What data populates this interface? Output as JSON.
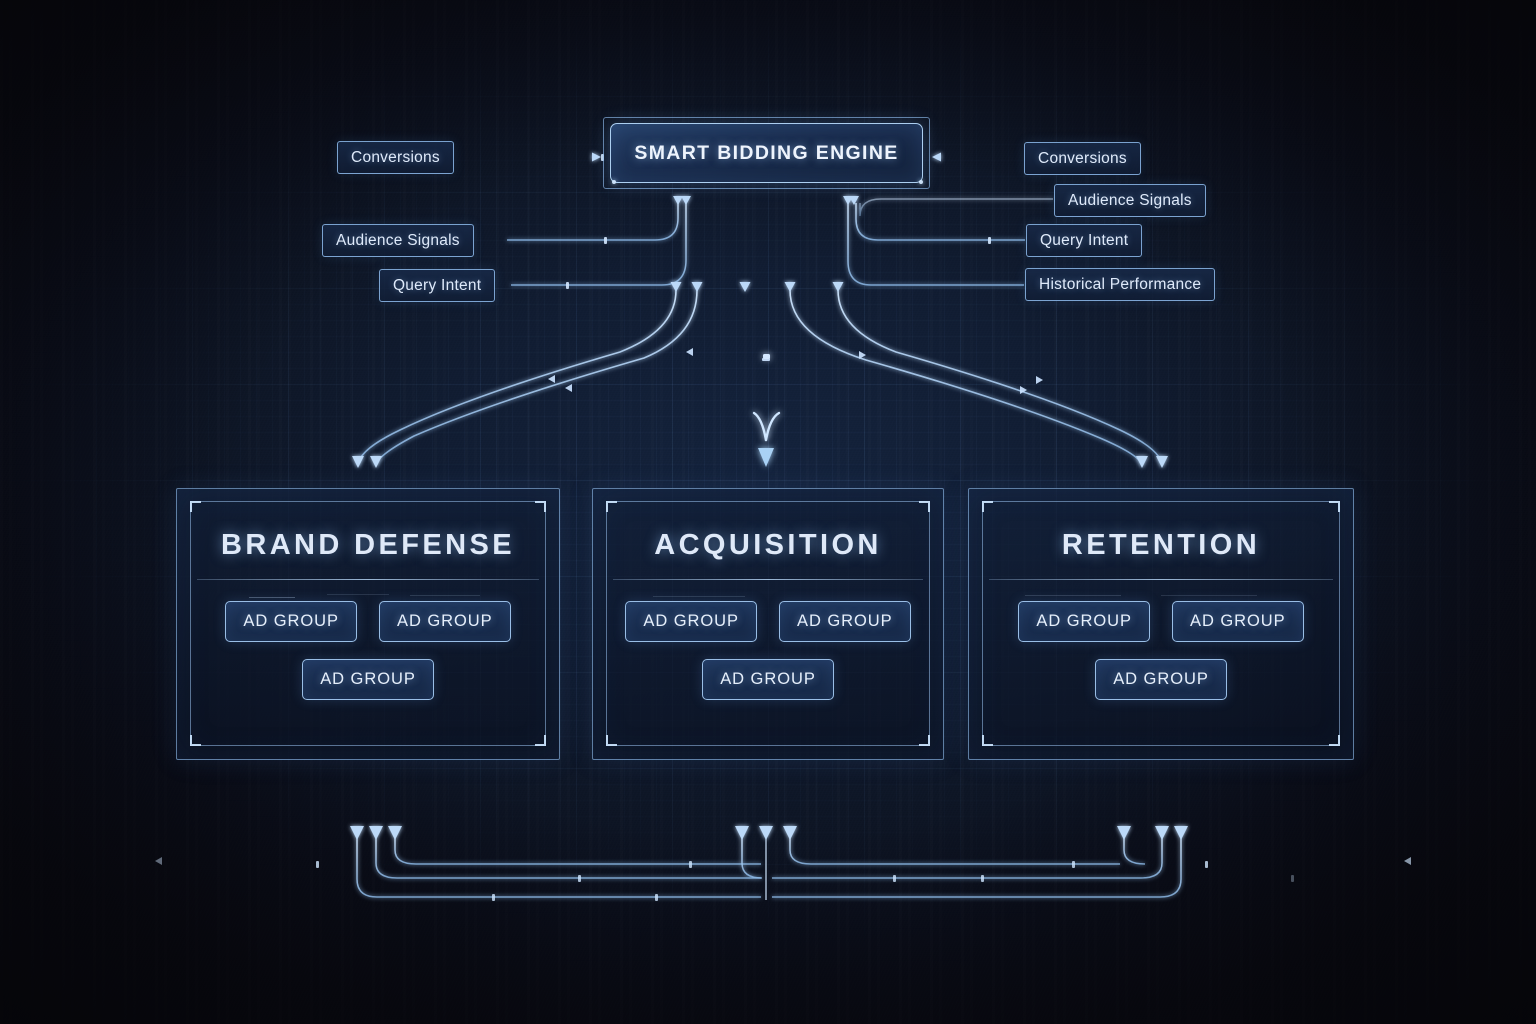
{
  "diagram": {
    "title": "SMART BIDDING ENGINE",
    "style": "blueprint",
    "accent_color": "#bddcff",
    "line_color": "#9cc8f5",
    "text_color": "#dfe9f8",
    "background_color": "#101a2e"
  },
  "engine": {
    "label": "SMART BIDDING ENGINE"
  },
  "signals_left": [
    {
      "label": "Conversions"
    },
    {
      "label": "Audience Signals"
    },
    {
      "label": "Query Intent"
    }
  ],
  "signals_right": [
    {
      "label": "Conversions"
    },
    {
      "label": "Audience Signals"
    },
    {
      "label": "Query Intent"
    },
    {
      "label": "Historical Performance"
    }
  ],
  "campaigns": [
    {
      "title": "BRAND DEFENSE",
      "ad_groups": [
        "AD GROUP",
        "AD GROUP",
        "AD GROUP"
      ]
    },
    {
      "title": "ACQUISITION",
      "ad_groups": [
        "AD GROUP",
        "AD GROUP",
        "AD GROUP"
      ]
    },
    {
      "title": "RETENTION",
      "ad_groups": [
        "AD GROUP",
        "AD GROUP",
        "AD GROUP"
      ]
    }
  ]
}
